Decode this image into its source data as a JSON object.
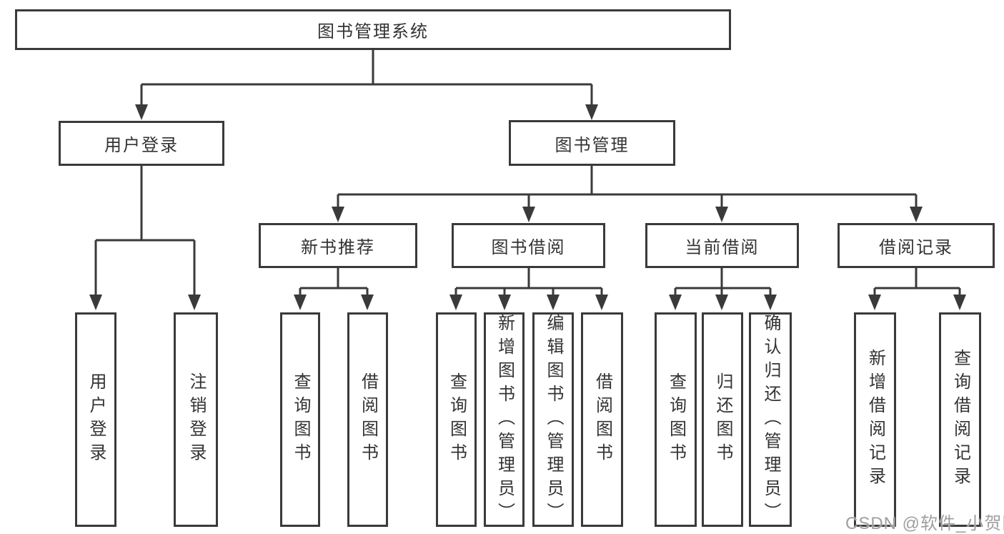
{
  "tree": {
    "root": {
      "label": "图书管理系统"
    },
    "branches": [
      {
        "label": "用户登录",
        "children": [
          {
            "label": "用户登录"
          },
          {
            "label": "注销登录"
          }
        ]
      },
      {
        "label": "图书管理",
        "groups": [
          {
            "label": "新书推荐",
            "children": [
              {
                "label": "查询图书"
              },
              {
                "label": "借阅图书"
              }
            ]
          },
          {
            "label": "图书借阅",
            "children": [
              {
                "label": "查询图书"
              },
              {
                "label": "新增图书（管理员）"
              },
              {
                "label": "编辑图书（管理员）"
              },
              {
                "label": "借阅图书"
              }
            ]
          },
          {
            "label": "当前借阅",
            "children": [
              {
                "label": "查询图书"
              },
              {
                "label": "归还图书"
              },
              {
                "label": "确认归还（管理员）"
              }
            ]
          },
          {
            "label": "借阅记录",
            "children": [
              {
                "label": "新增借阅记录"
              },
              {
                "label": "查询借阅记录"
              }
            ]
          }
        ]
      }
    ]
  },
  "watermark": {
    "text": "CSDN @软件_小贺同学"
  },
  "colors": {
    "line": "#3a3a3a",
    "text": "#333333",
    "box_background": "#ffffff",
    "watermark": "#9f9f9f",
    "background": "#ffffff"
  }
}
